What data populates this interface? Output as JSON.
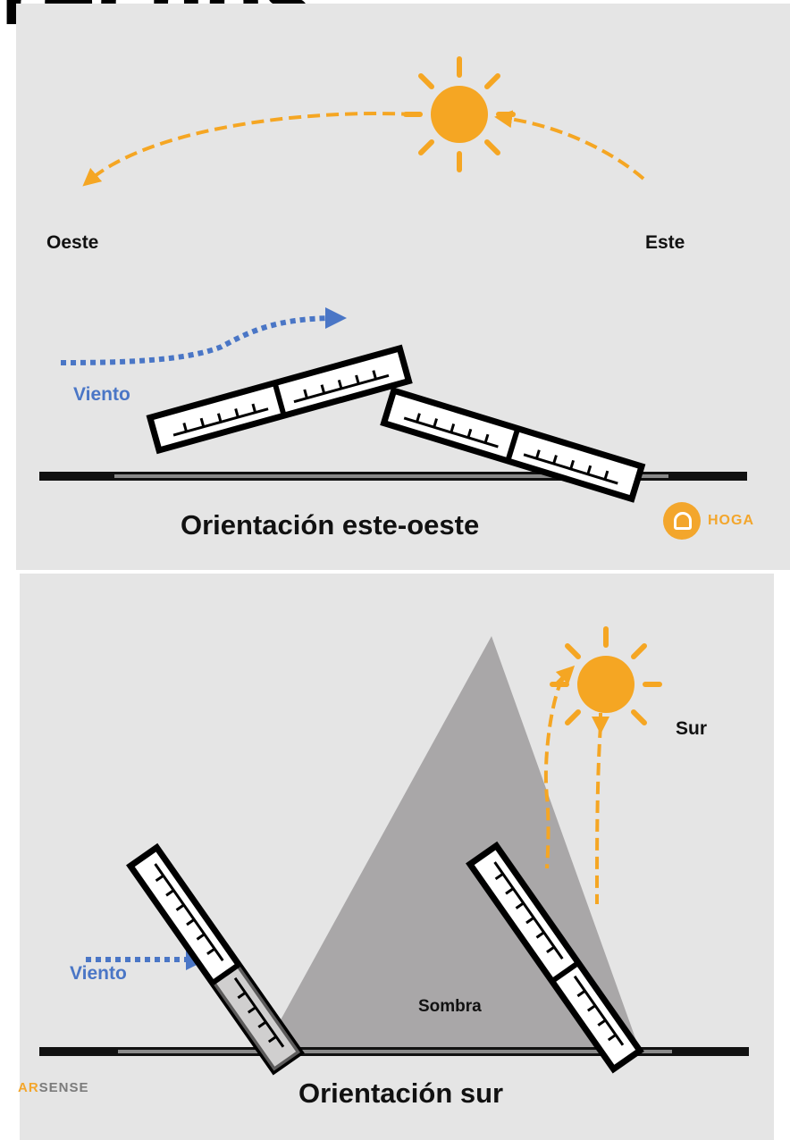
{
  "header_partial_text": "rechos",
  "top": {
    "west_label": "Oeste",
    "east_label": "Este",
    "wind_label": "Viento",
    "caption": "Orientación este-oeste",
    "brand": "HOGA"
  },
  "bottom": {
    "south_label": "Sur",
    "wind_label": "Viento",
    "shadow_label": "Sombra",
    "caption": "Orientación sur",
    "brand_prefix": "AR",
    "brand_suffix": "SENSE"
  },
  "colors": {
    "panel_background": "#e5e5e5",
    "sun": "#f5a623",
    "wind": "#4a76c6",
    "shadow": "#a9a7a8",
    "ground": "#111111"
  }
}
